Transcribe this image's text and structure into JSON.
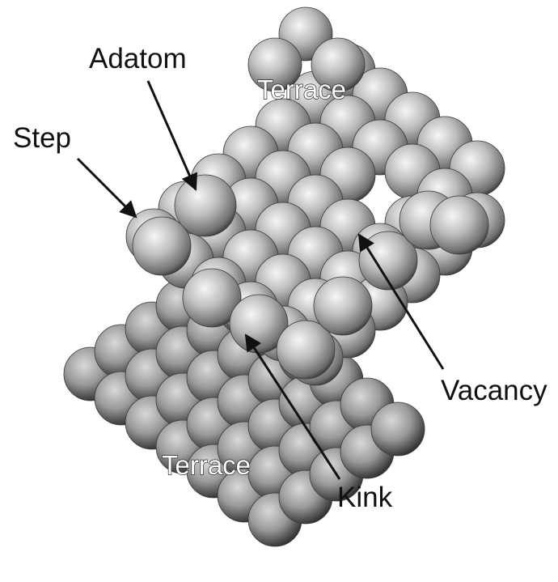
{
  "labels": {
    "adatom": "Adatom",
    "step": "Step",
    "terrace_top": "Terrace",
    "terrace_bottom": "Terrace",
    "vacancy": "Vacancy",
    "kink": "Kink"
  },
  "colors": {
    "background": "#ffffff",
    "atom_highlight": "#f6f6f6",
    "atom_shadow": "#2e2e2e",
    "arrow": "#111111"
  },
  "icons": {
    "atom": "sphere-atom-icon",
    "arrow": "arrow-icon"
  }
}
